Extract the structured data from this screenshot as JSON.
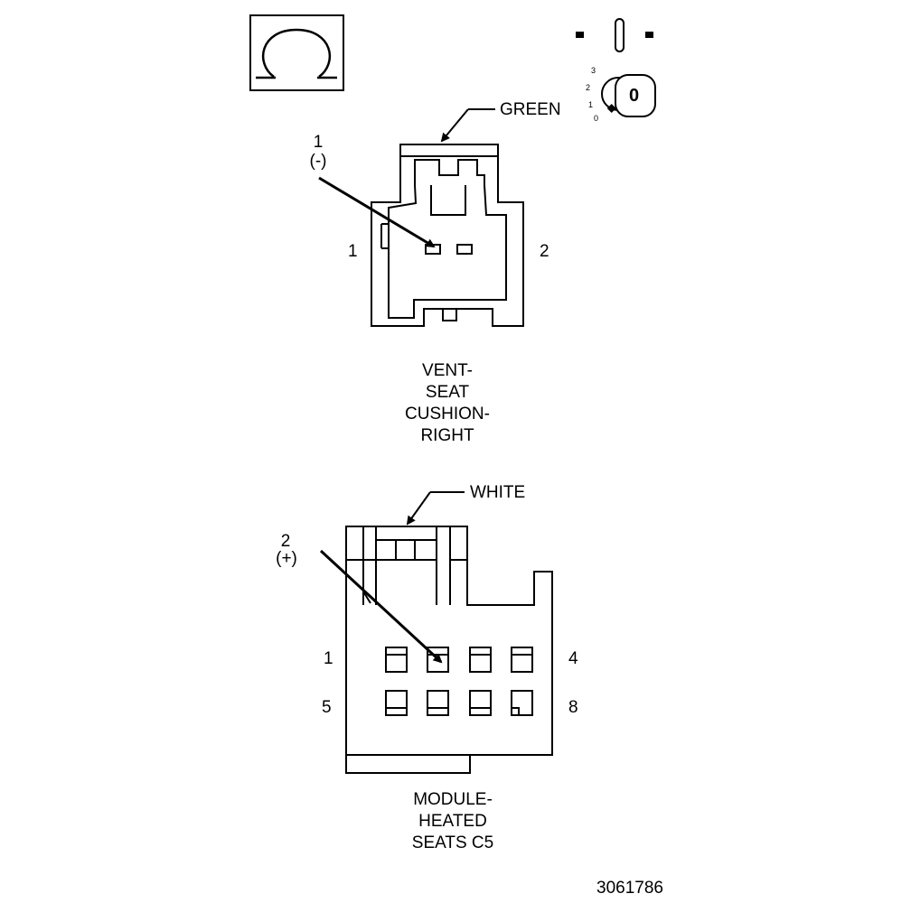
{
  "symbols": {
    "ohm": "Ω",
    "key_positions": [
      "3",
      "2",
      "1",
      "0"
    ],
    "key_label": "0"
  },
  "connector_top": {
    "color_label": "GREEN",
    "probe_pin": "1",
    "probe_polarity": "(-)",
    "pin_left": "1",
    "pin_right": "2",
    "title_lines": [
      "VENT-",
      "SEAT",
      "CUSHION-",
      "RIGHT"
    ]
  },
  "connector_bottom": {
    "color_label": "WHITE",
    "probe_pin": "2",
    "probe_polarity": "(+)",
    "pin_top_left": "1",
    "pin_top_right": "4",
    "pin_bottom_left": "5",
    "pin_bottom_right": "8",
    "title_lines": [
      "MODULE-",
      "HEATED",
      "SEATS C5"
    ]
  },
  "figure_number": "3061786"
}
